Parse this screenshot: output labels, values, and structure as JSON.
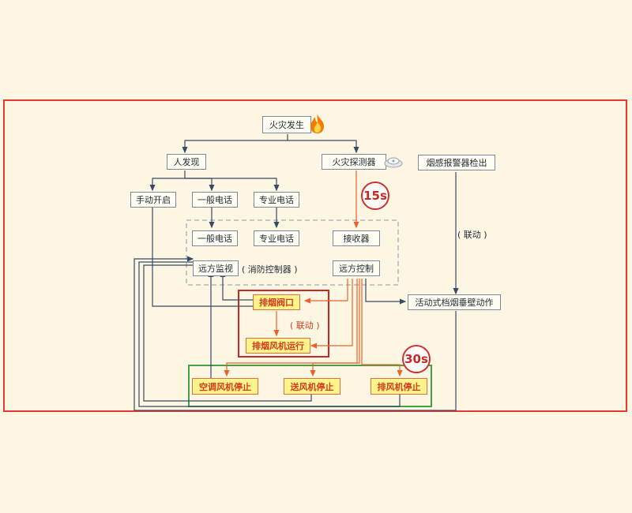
{
  "nodes": {
    "fire": "火灾发生",
    "person_found": "人发现",
    "fire_detector": "火灾探测器",
    "smoke_alarm": "烟感报警器检出",
    "manual_start": "手动开启",
    "general_phone_top": "一般电话",
    "dedicated_phone_top": "专业电话",
    "general_phone_inner": "一般电话",
    "dedicated_phone_inner": "专业电话",
    "receiver": "接收器",
    "remote_monitor": "远方监视",
    "fire_controller": "( 消防控制器 )",
    "remote_control": "远方控制",
    "smoke_exhaust_valve": "排烟阀口",
    "smoke_fan_run": "排烟风机运行",
    "smoke_barrier_action": "活动式档烟垂壁动作",
    "ac_fan_stop": "空调风机停止",
    "supply_fan_stop": "送风机停止",
    "exhaust_fan_stop": "排风机停止"
  },
  "labels": {
    "linkage_left": "( 联动 )",
    "linkage_right": "( 联动 )",
    "badge_15": "15s",
    "badge_30": "30s"
  },
  "icons": {
    "fire": "fire-icon",
    "detector": "smoke-detector-icon"
  },
  "colors": {
    "frame": "#e53935",
    "flow_red": "#e8632c",
    "group_red": "#c62828",
    "group_green": "#43a047",
    "flow_dark": "#3a4a66"
  }
}
